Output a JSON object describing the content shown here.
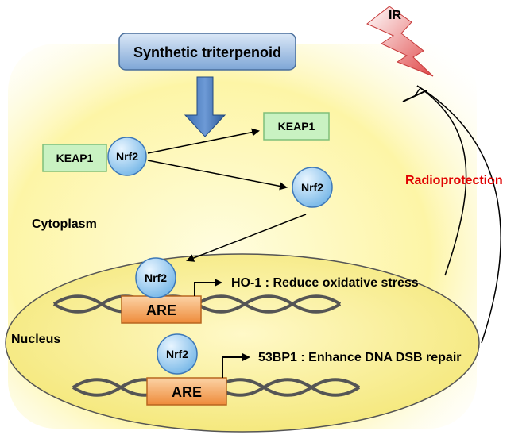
{
  "labels": {
    "drug": "Synthetic triterpenoid",
    "ir": "IR",
    "keap1_bound": "KEAP1",
    "nrf2_bound": "Nrf2",
    "keap1_free": "KEAP1",
    "nrf2_free": "Nrf2",
    "cytoplasm": "Cytoplasm",
    "nucleus": "Nucleus",
    "nrf2_nuclear_1": "Nrf2",
    "are_1": "ARE",
    "gene_1": "HO-1 : Reduce oxidative stress",
    "nrf2_nuclear_2": "Nrf2",
    "are_2": "ARE",
    "gene_2": "53BP1 : Enhance DNA DSB repair",
    "radioprotection": "Radioprotection"
  },
  "colors": {
    "cell_yellow": "#fdf6a8",
    "nucleus_fill": "#f7eb7a",
    "keap1_fill": "#c9f2c2",
    "keap1_stroke": "#7fbf7a",
    "nrf2_fill": "#a9d7f5",
    "nrf2_stroke": "#3d78b8",
    "are_fill": "#f3a35c",
    "are_stroke": "#b8651f",
    "drug_box": "#9fbde0",
    "big_arrow": "#2f5f9e",
    "ir_bolt": "#e25555",
    "radioprotection_text": "#e00000",
    "dna_strand": "#555555"
  }
}
